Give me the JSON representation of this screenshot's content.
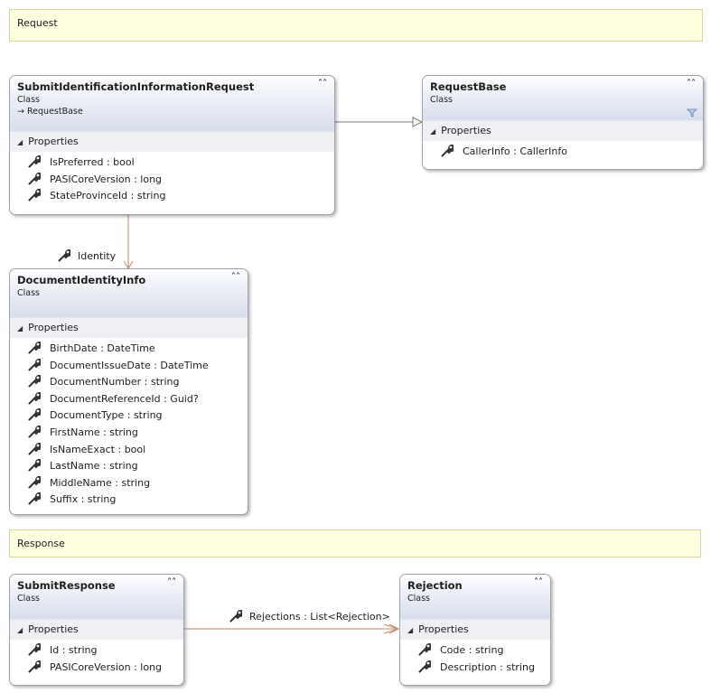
{
  "notes": {
    "request": "Request",
    "response": "Response"
  },
  "classes": {
    "submit_request": {
      "name": "SubmitIdentificationInformationRequest",
      "kind": "Class",
      "base": "RequestBase",
      "section": "Properties",
      "properties": [
        "IsPreferred : bool",
        "PASICoreVersion : long",
        "StateProvinceId : string"
      ]
    },
    "request_base": {
      "name": "RequestBase",
      "kind": "Class",
      "section": "Properties",
      "properties": [
        "CallerInfo : CallerInfo"
      ]
    },
    "document_identity_info": {
      "name": "DocumentIdentityInfo",
      "kind": "Class",
      "section": "Properties",
      "properties": [
        "BirthDate : DateTime",
        "DocumentIssueDate : DateTime",
        "DocumentNumber : string",
        "DocumentReferenceId : Guid?",
        "DocumentType : string",
        "FirstName : string",
        "IsNameExact : bool",
        "LastName : string",
        "MiddleName : string",
        "Suffix : string"
      ]
    },
    "submit_response": {
      "name": "SubmitResponse",
      "kind": "Class",
      "section": "Properties",
      "properties": [
        "Id : string",
        "PASICoreVersion : long"
      ]
    },
    "rejection": {
      "name": "Rejection",
      "kind": "Class",
      "section": "Properties",
      "properties": [
        "Code : string",
        "Description : string"
      ]
    }
  },
  "associations": {
    "identity": "Identity",
    "rejections": "Rejections : List<Rejection>"
  },
  "colors": {
    "association": "#c0876a",
    "inheritance": "#777777",
    "note_fill": "#ffffe1"
  }
}
